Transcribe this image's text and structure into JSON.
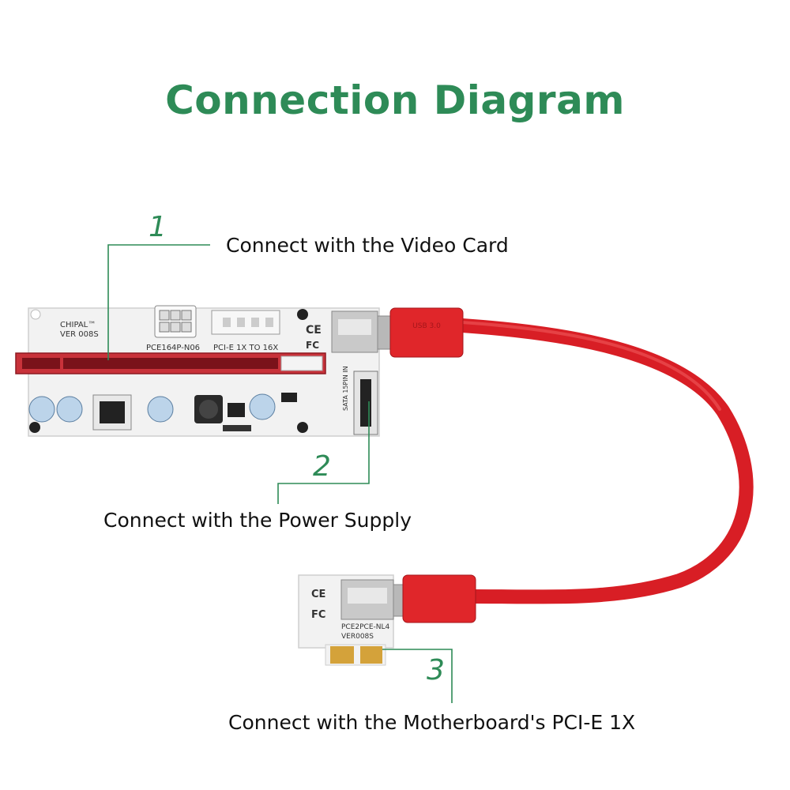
{
  "title": "Connection Diagram",
  "callouts": [
    {
      "number": "1",
      "text": "Connect with the Video Card"
    },
    {
      "number": "2",
      "text": "Connect with the Power Supply"
    },
    {
      "number": "3",
      "text": "Connect with the Motherboard's PCI-E 1X"
    }
  ],
  "riser_board": {
    "brand": "CHIPAL™",
    "version": "VER 008S",
    "model": "PCE164P-N06",
    "slot_label": "PCI-E 1X TO 16X",
    "sata_label": "SATA 15PIN IN"
  },
  "adapter_board": {
    "model": "PCE2PCE-NL4",
    "version": "VER008S"
  },
  "cable_text": "USB 3.0",
  "colors": {
    "accent": "#2e8b57",
    "cable": "#e0262a",
    "slot": "#c8323a",
    "pcb": "#f4f4f4",
    "gold": "#d4a23a"
  }
}
